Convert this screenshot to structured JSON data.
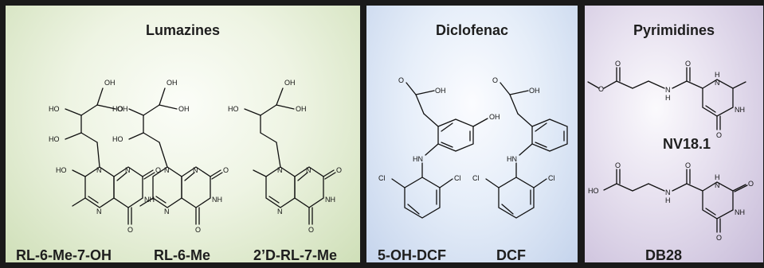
{
  "panels": {
    "lumazines": {
      "title": "Lumazines",
      "compounds": [
        "RL-6-Me-7-OH",
        "RL-6-Me",
        "2’D-RL-7-Me"
      ]
    },
    "diclofenac": {
      "title": "Diclofenac",
      "compounds": [
        "5-OH-DCF",
        "DCF"
      ]
    },
    "pyrimidines": {
      "title": "Pyrimidines",
      "compounds": [
        "NV18.1",
        "DB28"
      ]
    }
  },
  "atom_labels": {
    "oh": "OH",
    "ho": "HO",
    "n": "N",
    "nh": "NH",
    "hn": "HN",
    "h": "H",
    "o": "O",
    "cl": "Cl"
  },
  "colors": {
    "frame": "#1a1a1a",
    "lumazines_panel": "#e3edd2",
    "diclofenac_panel": "#dbe6f5",
    "pyrimidines_panel": "#ddd6e8"
  }
}
